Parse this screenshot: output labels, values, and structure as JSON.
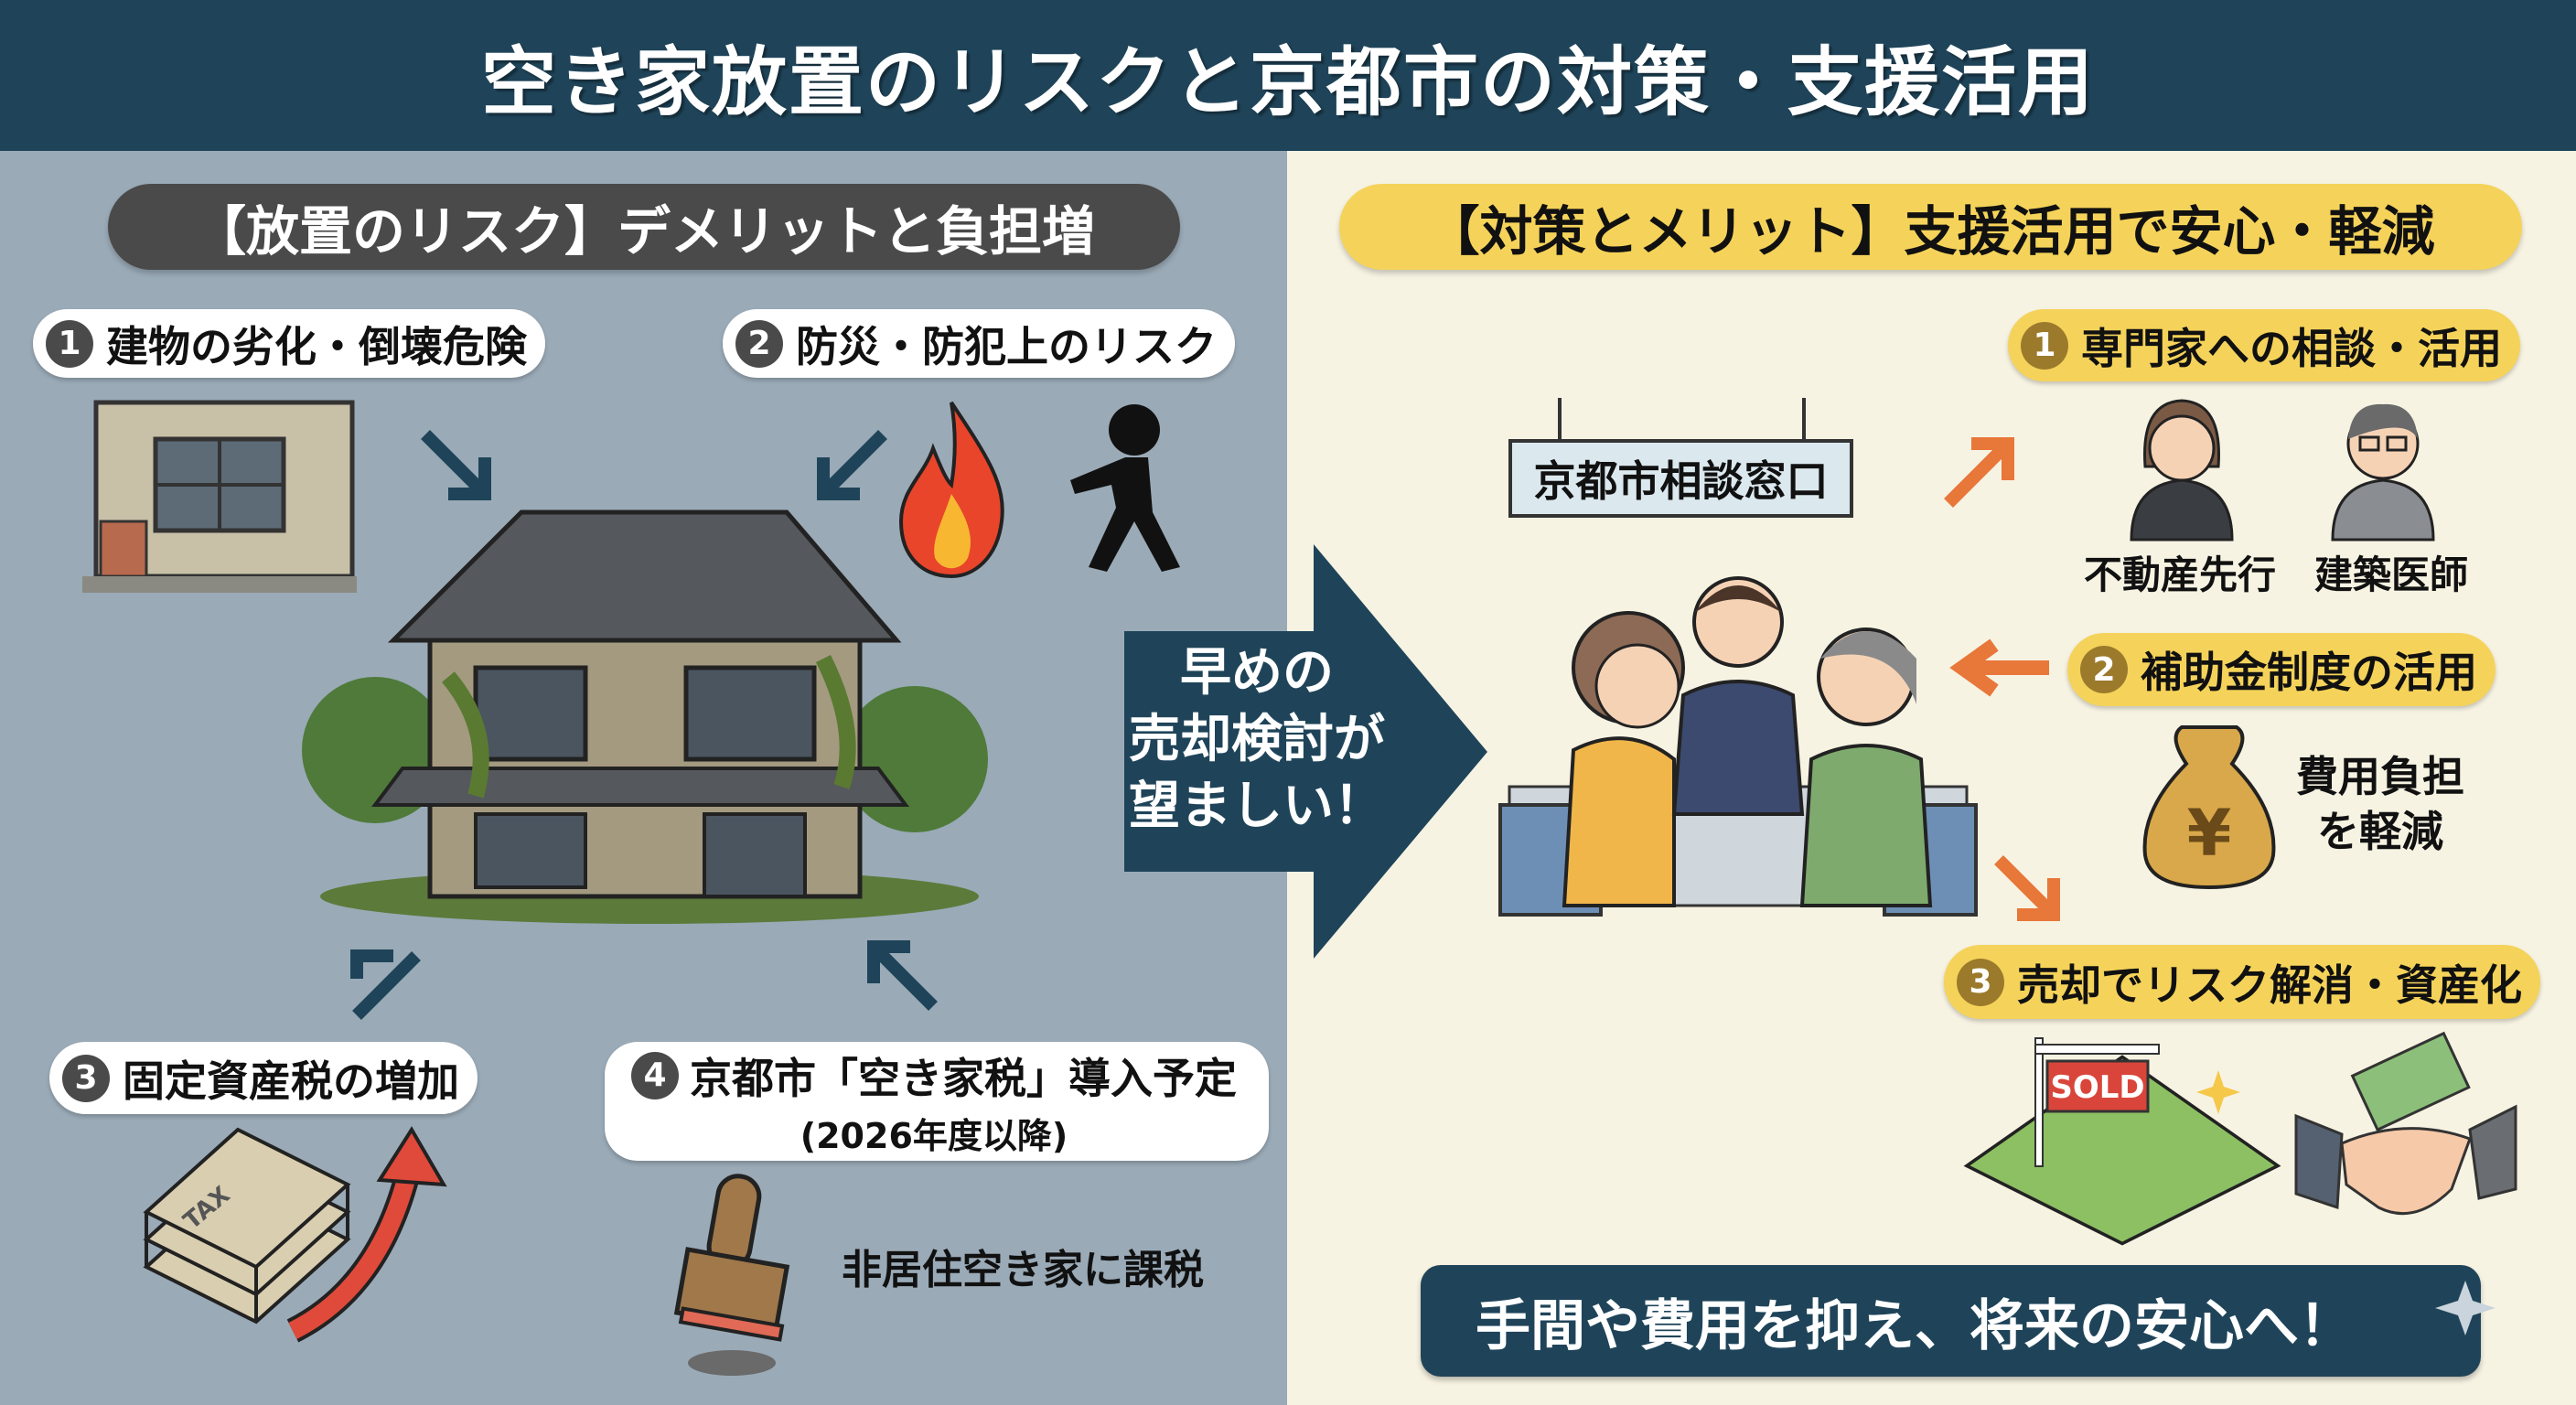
{
  "header": {
    "title": "空き家放置のリスクと京都市の対策・支援活用"
  },
  "left": {
    "heading": "【放置のリスク】デメリットと負担増",
    "risks": [
      {
        "num": "1",
        "label": "建物の劣化・倒壊危険"
      },
      {
        "num": "2",
        "label": "防災・防犯上のリスク"
      },
      {
        "num": "3",
        "label": "固定資産税の増加"
      },
      {
        "num": "4",
        "label": "京都市「空き家税」導入予定",
        "sub": "(2026年度以降)"
      }
    ],
    "tax_label": "TAX",
    "stamp_caption": "非居住空き家に課税"
  },
  "arrow": {
    "lines": [
      "早めの",
      "売却検討が",
      "望ましい！"
    ]
  },
  "right": {
    "heading": "【対策とメリット】支援活用で安心・軽減",
    "sign": "京都市相談窓口",
    "measures": [
      {
        "num": "1",
        "label": "専門家への相談・活用"
      },
      {
        "num": "2",
        "label": "補助金制度の活用"
      },
      {
        "num": "3",
        "label": "売却でリスク解消・資産化"
      }
    ],
    "experts": [
      "不動産先行",
      "建築医師"
    ],
    "subsidy_caption": [
      "費用負担",
      "を軽減"
    ],
    "yen_symbol": "¥",
    "sold_label": "SOLD",
    "banner": "手間や費用を抑え、将来の安心へ！"
  },
  "colors": {
    "navy": "#1f4459",
    "left_bg": "#9aaab7",
    "right_bg": "#f7f3e3",
    "yellow": "#f5d35a",
    "orange_arrow": "#e8773a"
  }
}
